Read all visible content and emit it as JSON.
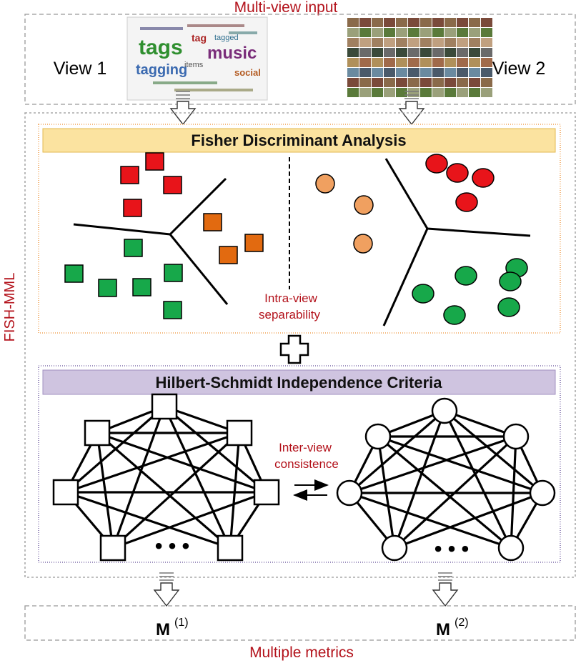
{
  "top_title": "Multi-view input",
  "view1_label": "View 1",
  "view2_label": "View 2",
  "view1_image": {
    "description_icon": "tag-cloud-image",
    "words": [
      "tags",
      "music",
      "tagging",
      "social",
      "tag",
      "items",
      "tagged"
    ]
  },
  "view2_image": {
    "description_icon": "photo-grid-image"
  },
  "side_label": "FISH-MML",
  "fda_title": "Fisher Discriminant Analysis",
  "intra_label_line1": "Intra-view",
  "intra_label_line2": "separability",
  "hsic_title": "Hilbert-Schmidt Independence Criteria",
  "inter_label_line1": "Inter-view",
  "inter_label_line2": "consistence",
  "ellipsis": "• • •",
  "metric1_base": "M",
  "metric1_sup": "(1)",
  "metric2_base": "M",
  "metric2_sup": "(2)",
  "bottom_title": "Multiple metrics",
  "colors": {
    "red_class": "#e8141a",
    "orange_square": "#e26a10",
    "orange_circle": "#f0a060",
    "green_class": "#17a84a",
    "fda_header": "#fbe3a0",
    "fda_border": "#f0a050",
    "hsic_header": "#cfc4e0",
    "hsic_border": "#7b6aa8",
    "label_red": "#b3121b"
  }
}
